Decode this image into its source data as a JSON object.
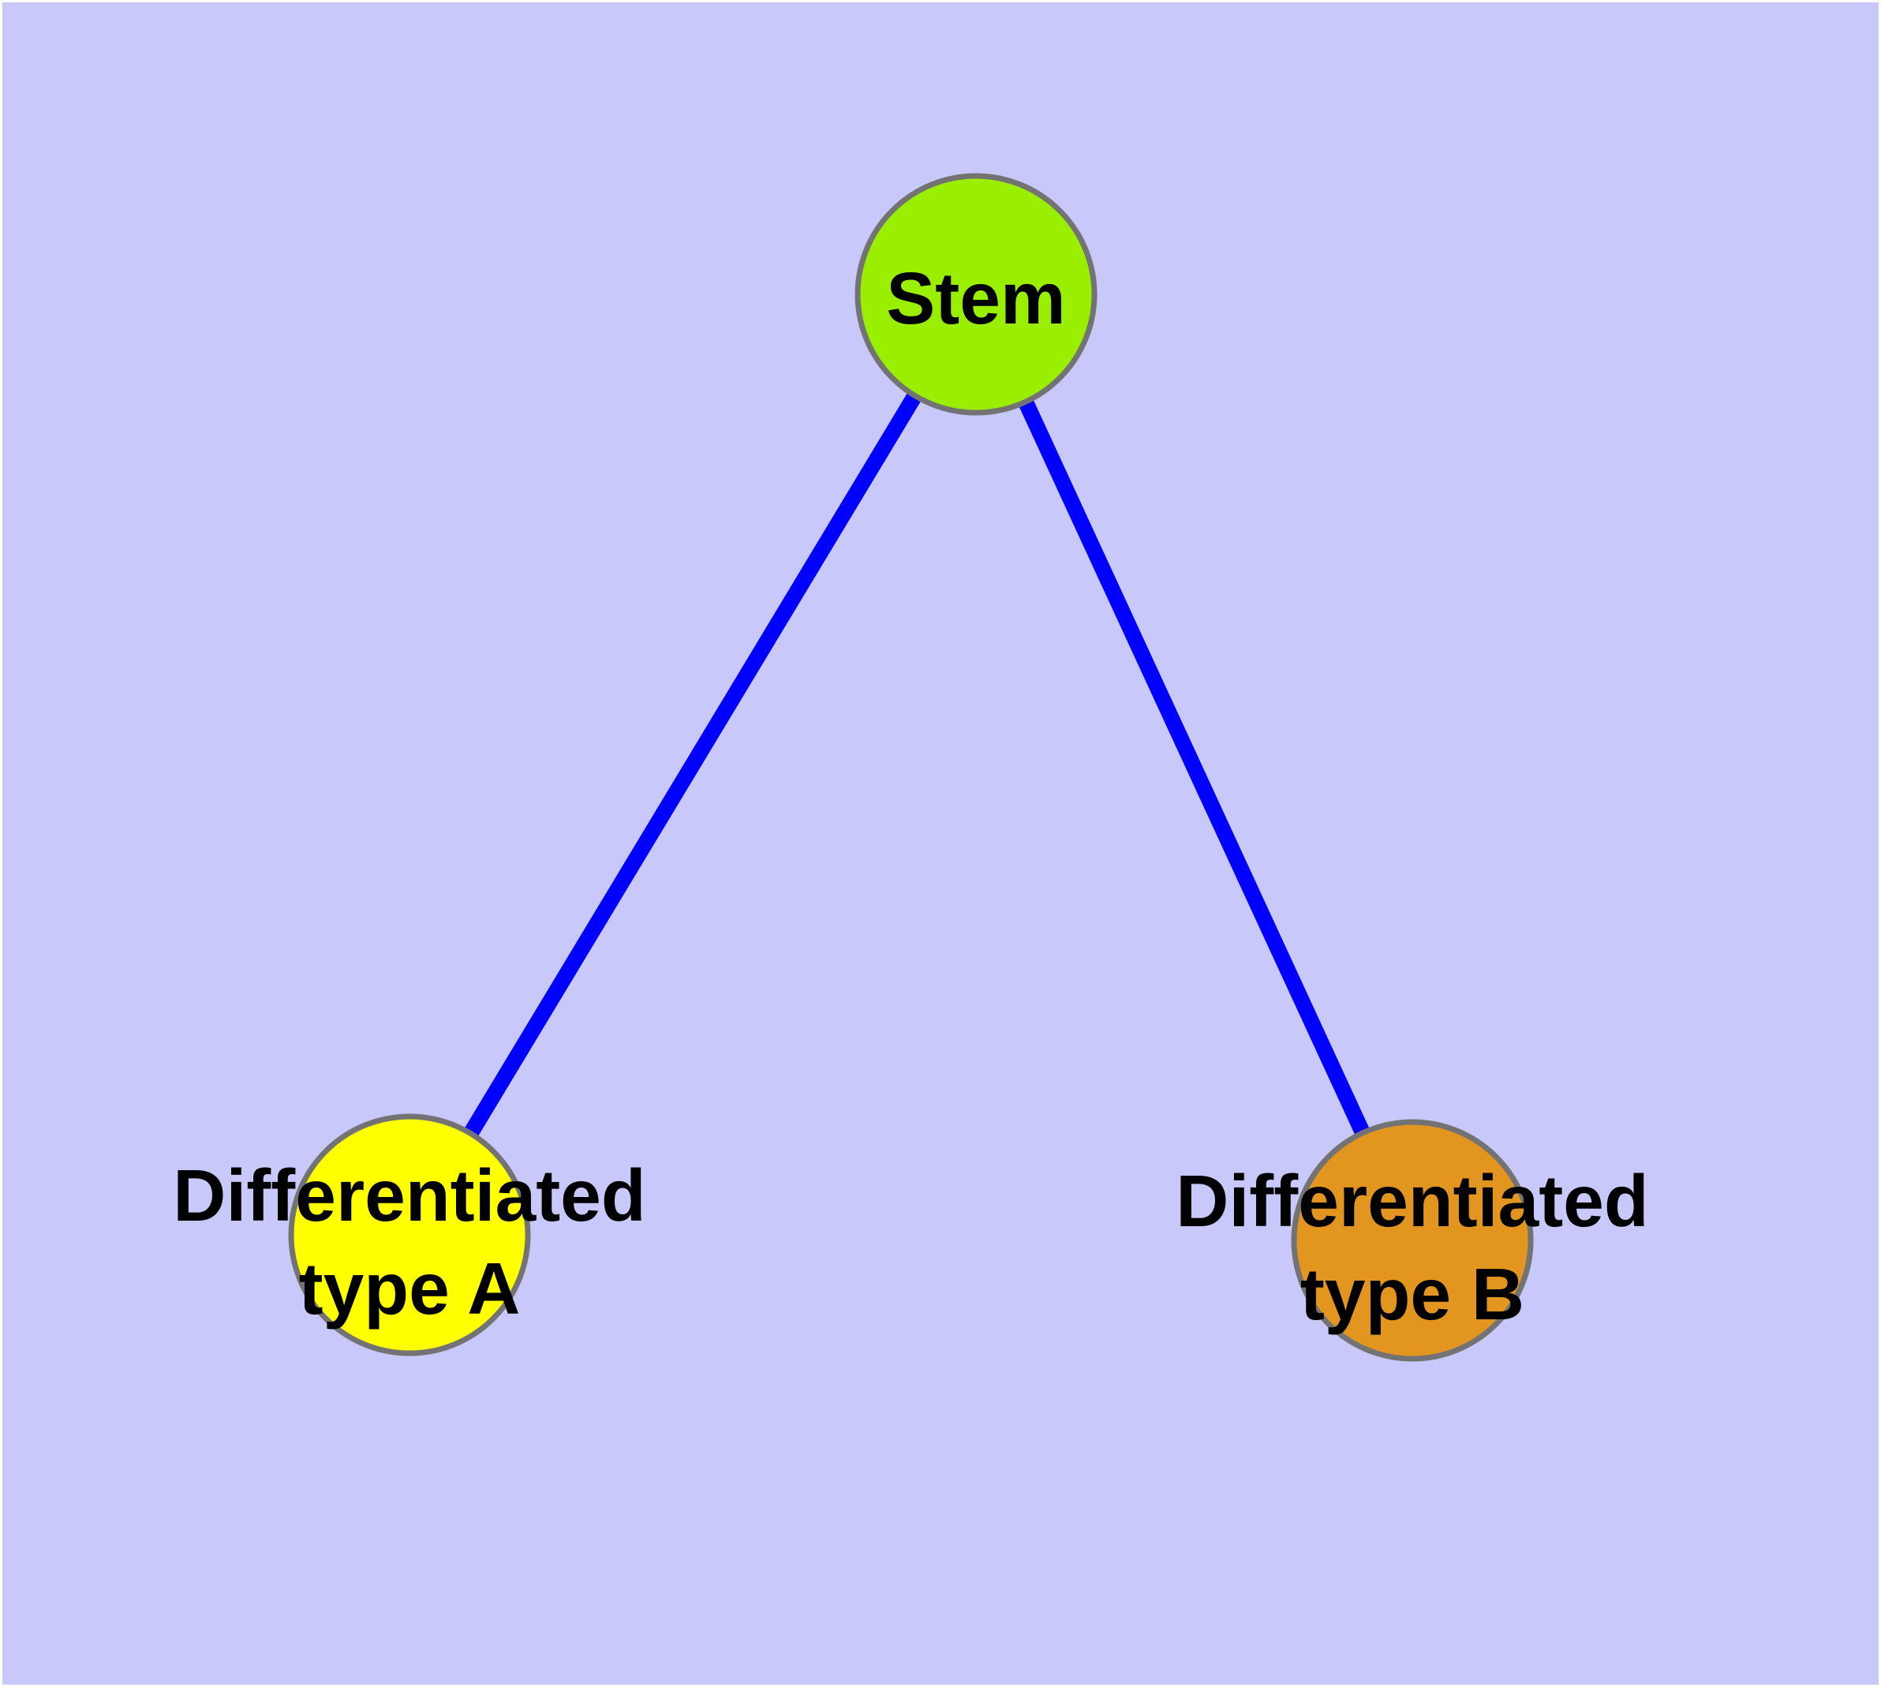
{
  "diagram": {
    "type": "graph",
    "description": "Cell differentiation hierarchy: a Stem node connected to two differentiated cell-type nodes",
    "colors": {
      "background": "#C8C8FA",
      "frame": "#FFFFFF",
      "edge": "#0000FF",
      "node_stroke": "#737373",
      "label_text": "#000000"
    },
    "nodes": {
      "stem": {
        "label": "Stem",
        "color": "#9AEE00"
      },
      "type_a": {
        "label_line1": "Differentiated",
        "label_line2": "type A",
        "color": "#FFFF00"
      },
      "type_b": {
        "label_line1": "Differentiated",
        "label_line2": "type B",
        "color": "#E2961F"
      }
    },
    "edges": [
      {
        "from": "Stem",
        "to": "Differentiated type A"
      },
      {
        "from": "Stem",
        "to": "Differentiated type B"
      }
    ]
  }
}
